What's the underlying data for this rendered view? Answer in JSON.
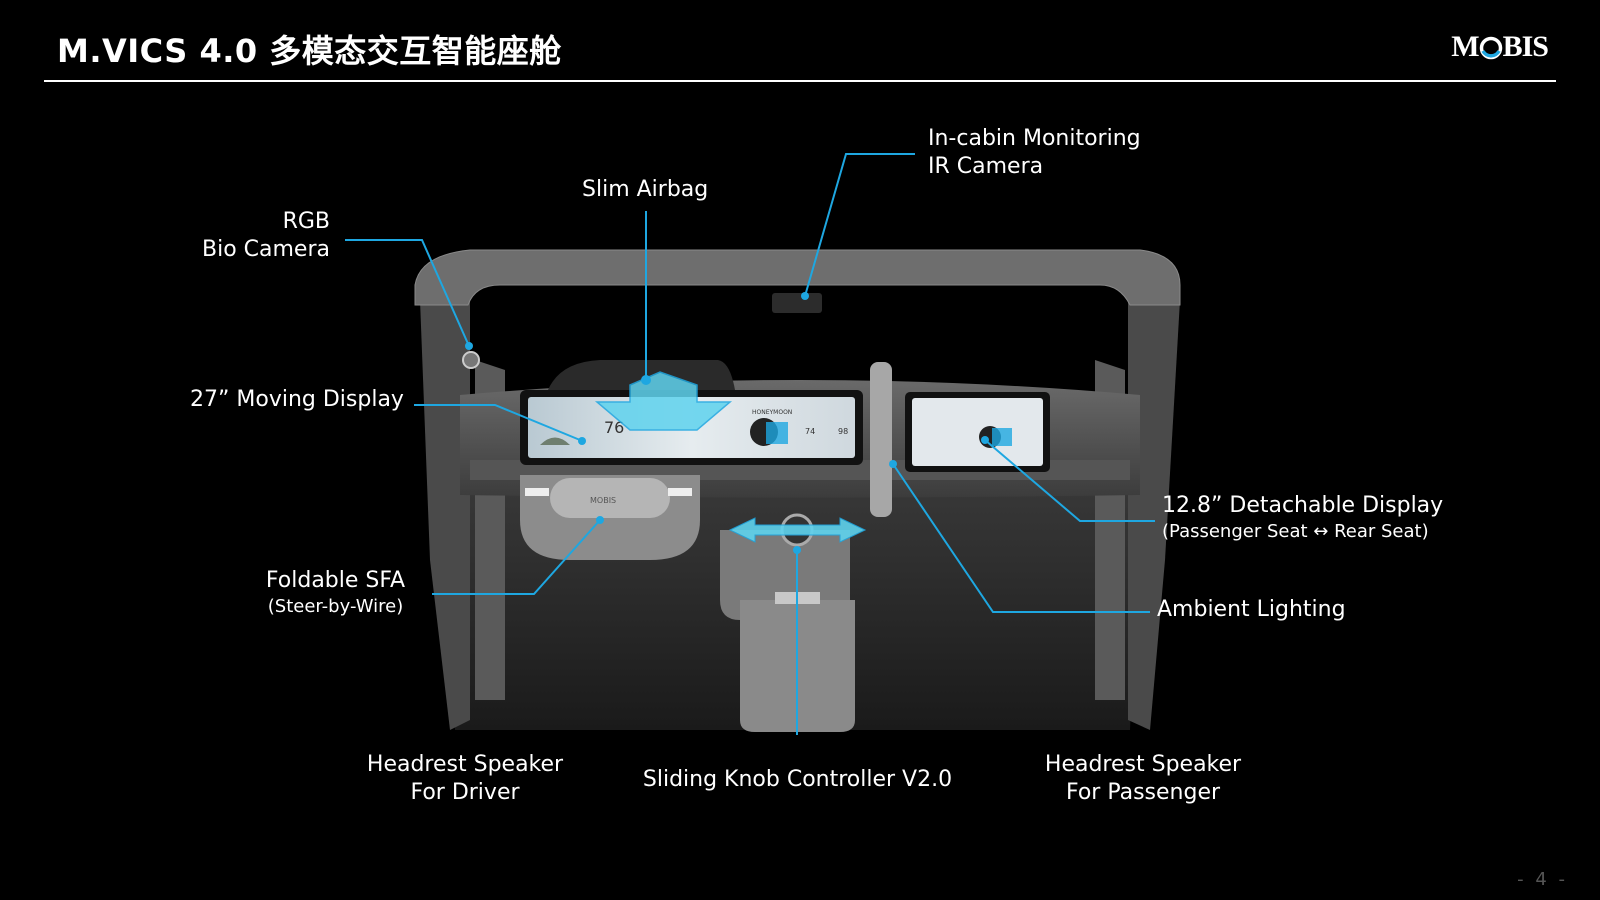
{
  "header": {
    "title": "M.VICS 4.0 多模态交互智能座舱",
    "logo": "MOBIS"
  },
  "labels": {
    "ir_camera": [
      "In-cabin Monitoring",
      "IR Camera"
    ],
    "airbag": "Slim Airbag",
    "rgb_camera": [
      "RGB",
      "Bio Camera"
    ],
    "moving_display": "27” Moving Display",
    "detachable_display": "12.8”   Detachable Display",
    "detachable_sub": "(Passenger Seat ↔ Rear Seat)",
    "ambient": "Ambient Lighting",
    "sfa": "Foldable SFA",
    "sfa_sub": "(Steer-by-Wire)",
    "speaker_driver": [
      "Headrest Speaker",
      "For Driver"
    ],
    "knob": "Sliding Knob Controller V2.0",
    "speaker_passenger": [
      "Headrest Speaker",
      "For Passenger"
    ]
  },
  "screen_text": {
    "speed": "76",
    "media": "HONEYMOON",
    "temp_a": "74",
    "temp_b": "98",
    "wheel_brand": "MOBIS"
  },
  "page": "- 4 -",
  "colors": {
    "accent": "#1ea7e1",
    "arrow_fill": "#5fd3ee",
    "background": "#000000"
  }
}
